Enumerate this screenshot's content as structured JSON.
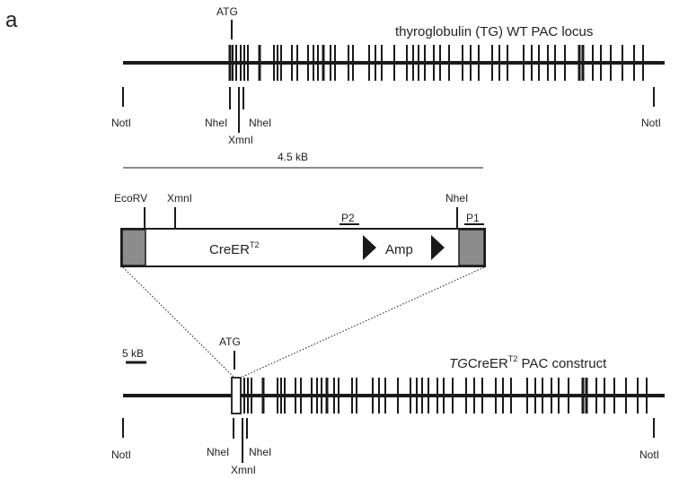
{
  "panel_label": "a",
  "colors": {
    "line": "#1a1a1a",
    "flank": "#8c8c8c",
    "box": "#ffffff"
  },
  "wt_locus": {
    "title": "thyroglobulin (TG) WT PAC locus",
    "atg": "ATG",
    "sites": {
      "notI_left": "NotI",
      "nheI_left": "NheI",
      "nheI_right": "NheI",
      "xmnI": "XmnI",
      "notI_right": "NotI"
    }
  },
  "fragment_size": "4.5 kB",
  "cassette": {
    "ecorv": "EcoRV",
    "xmnI": "XmnI",
    "nheI": "NheI",
    "p2": "P2",
    "p1": "P1",
    "cre_main": "CreER",
    "cre_sup": "T2",
    "amp": "Amp"
  },
  "scale_bar": "5 kB",
  "construct": {
    "title_italic": "TG",
    "title_main": "CreER",
    "title_sup": "T2",
    "title_rest": " PAC construct",
    "atg": "ATG",
    "sites": {
      "notI_left": "NotI",
      "nheI_left": "NheI",
      "nheI_right": "NheI",
      "xmnI": "XmnI",
      "notI_right": "NotI"
    }
  }
}
